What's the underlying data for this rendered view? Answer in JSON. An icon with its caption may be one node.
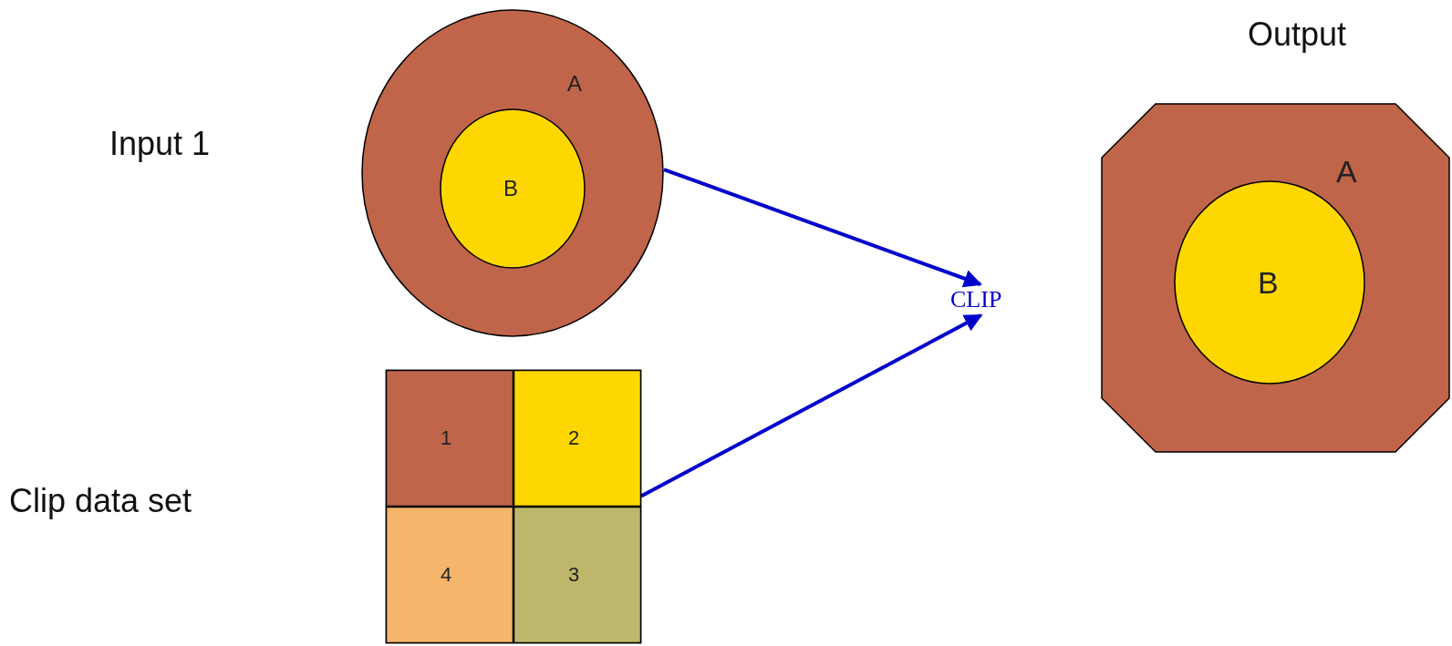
{
  "diagram": {
    "nodes": [
      {
        "text": [
          "A"
        ]
      },
      {
        "text": [
          "B"
        ],
        "in": 0
      },
      {
        "text": [],
        "shape": "box"
      },
      {
        "text": [
          "1"
        ],
        "in": 2
      },
      {
        "text": [
          "2"
        ],
        "in": 2
      },
      {
        "text": [
          "4"
        ],
        "in": 2
      },
      {
        "text": [
          "3"
        ],
        "in": 2
      },
      {
        "text": [
          "CLIP"
        ]
      },
      {
        "text": [
          "A"
        ],
        "beside": [
          "Output"
        ]
      },
      {
        "text": [
          "B"
        ],
        "in": 8
      }
    ],
    "edges": [
      {
        "from": 0,
        "to": 7,
        "arrow": "to"
      },
      {
        "from": 2,
        "to": 7,
        "arrow": "to"
      }
    ],
    "labels": [
      "Input 1",
      "Clip data set"
    ]
  }
}
